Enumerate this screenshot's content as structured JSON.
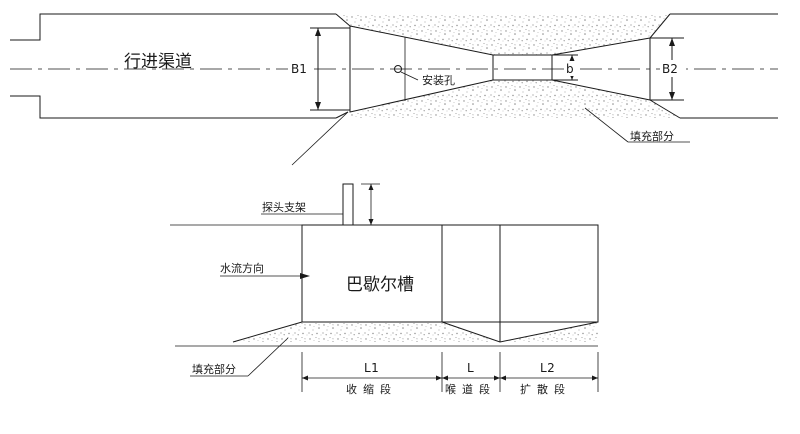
{
  "plan": {
    "channel_label": "行进渠道",
    "entry_width_label": "B1",
    "mount_hole_label": "安装孔",
    "throat_width_label": "b",
    "exit_width_label": "B2",
    "fill_label": "填充部分"
  },
  "section": {
    "probe_bracket_label": "探头支架",
    "flow_direction_label": "水流方向",
    "flume_title": "巴歇尔槽",
    "fill_label": "填充部分",
    "dims": {
      "l1": "L1",
      "l": "L",
      "l2": "L2"
    },
    "segments": {
      "contraction": "收缩段",
      "throat": "喉道段",
      "expansion": "扩散段"
    }
  },
  "colors": {
    "line": "#1a1a1a",
    "fill_texture": "#8a8a8a"
  }
}
